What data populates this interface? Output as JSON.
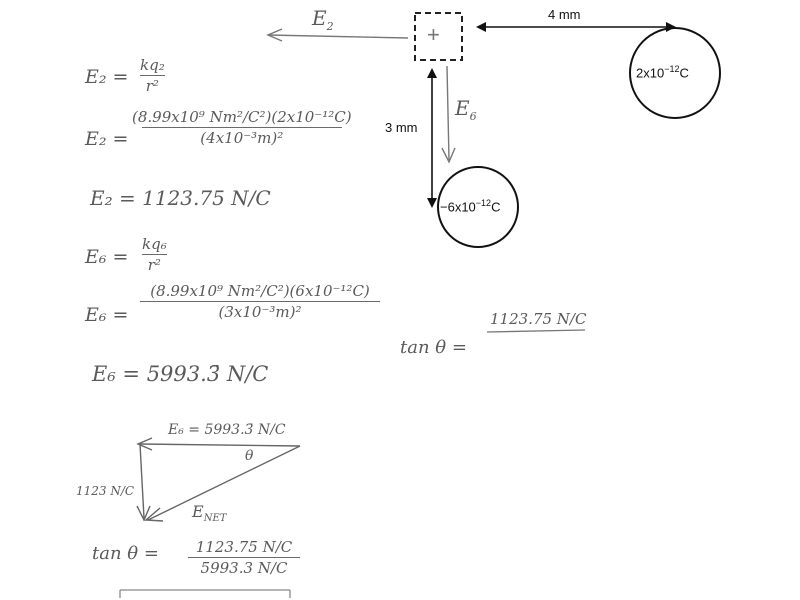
{
  "diagram": {
    "positive_charge_symbol": "+",
    "charge_right": "2x10",
    "charge_right_exp": "−12",
    "charge_right_unit": "C",
    "charge_bottom": "−6x10",
    "charge_bottom_exp": "−12",
    "charge_bottom_unit": "C",
    "distance_horizontal": "4 mm",
    "distance_vertical": "3 mm",
    "field_label_E2": "E",
    "field_label_E2_sub": "2",
    "field_label_E6": "E",
    "field_label_E6_sub": "6"
  },
  "work": {
    "e2_formula_lhs": "E₂ =",
    "e2_formula_num": "kq₂",
    "e2_formula_den": "r²",
    "e2_sub_lhs": "E₂ =",
    "e2_sub_num": "(8.99x10⁹ Nm²/C²)(2x10⁻¹²C)",
    "e2_sub_den": "(4x10⁻³m)²",
    "e2_result": "E₂ = 1123.75 N/C",
    "e6_formula_lhs": "E₆ =",
    "e6_formula_num": "kq₆",
    "e6_formula_den": "r²",
    "e6_sub_lhs": "E₆ =",
    "e6_sub_num": "(8.99x10⁹ Nm²/C²)(6x10⁻¹²C)",
    "e6_sub_den": "(3x10⁻³m)²",
    "e6_result": "E₆ = 5993.3̄ N/C",
    "tan_lhs": "tan θ =",
    "tan_num": "1123.75 N/C",
    "tan_den": ""
  },
  "triangle": {
    "top_label": "E₆ = 5993.3̄ N/C",
    "side_label": "1123 N/C",
    "hyp_label": "E",
    "hyp_sub": "NET",
    "angle_label": "θ"
  },
  "bottom": {
    "tan_lhs": "tan θ =",
    "tan_num": "1123.75 N/C",
    "tan_den": "5993.3 N/C"
  }
}
